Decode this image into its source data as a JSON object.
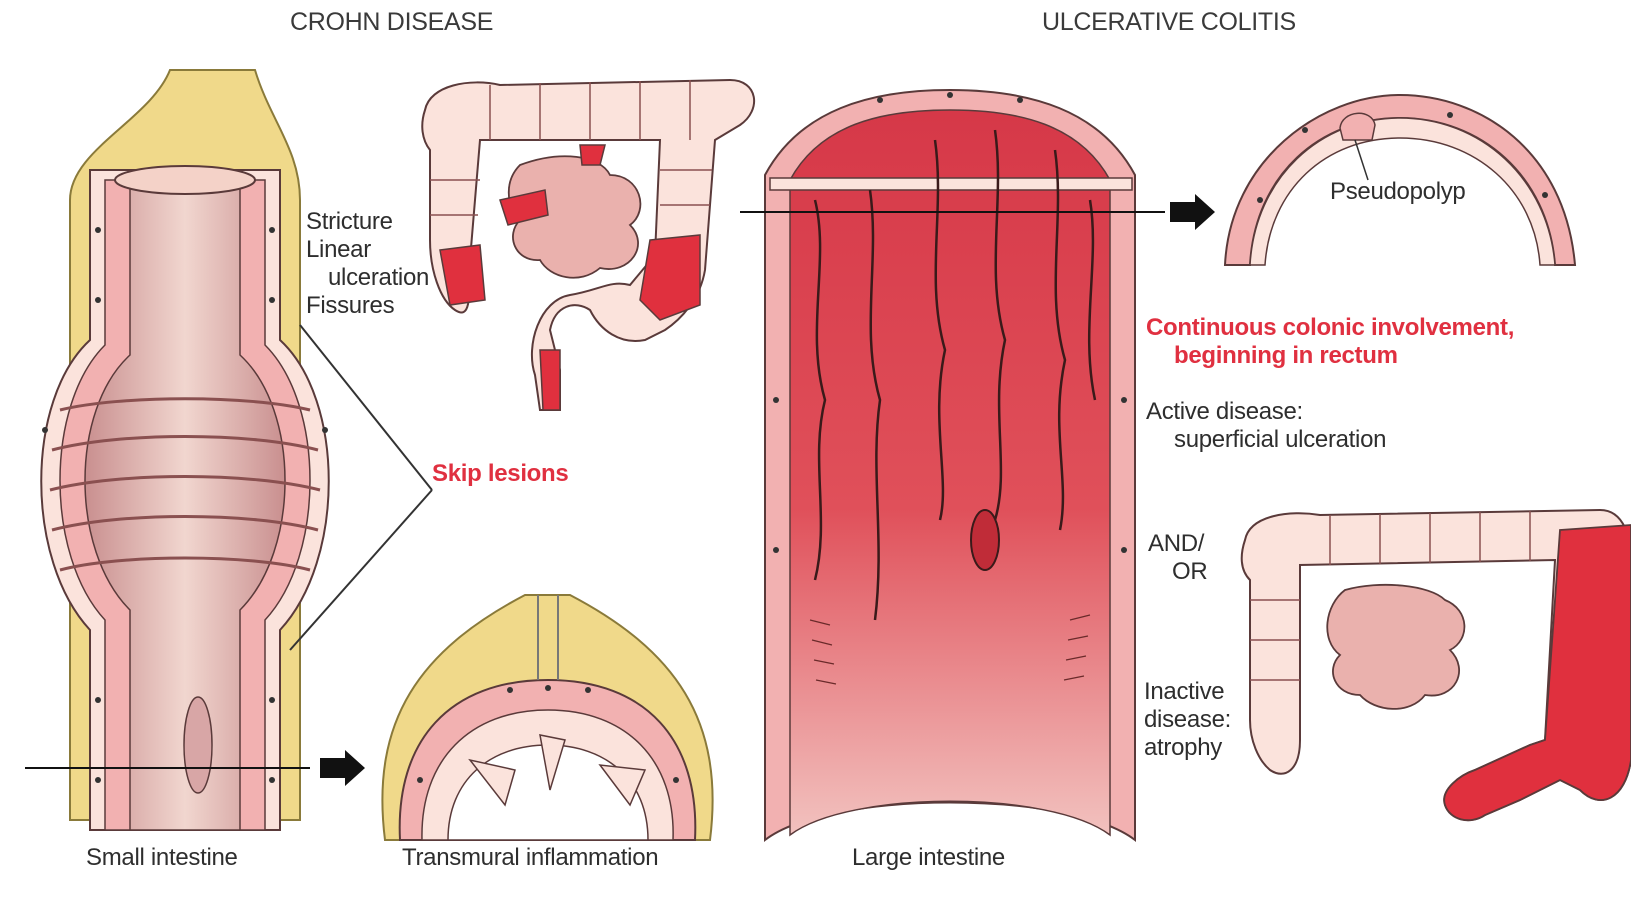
{
  "crohn": {
    "title": "CROHN DISEASE",
    "label_stricture": "Stricture",
    "label_linear": "Linear",
    "label_ulceration": "ulceration",
    "label_fissures": "Fissures",
    "label_skip": "Skip lesions",
    "caption_small": "Small intestine",
    "caption_transmural": "Transmural inflammation"
  },
  "uc": {
    "title": "ULCERATIVE COLITIS",
    "label_pseudopolyp": "Pseudopolyp",
    "continuous_line1": "Continuous colonic involvement,",
    "continuous_line2": "beginning in rectum",
    "active_line1": "Active disease:",
    "active_line2": "superficial ulceration",
    "andor_line1": "AND/",
    "andor_line2": "OR",
    "inactive_line1": "Inactive",
    "inactive_line2": "disease:",
    "inactive_line3": "atrophy",
    "caption_large": "Large intestine"
  },
  "colors": {
    "mucosa": "#e85a64",
    "wall": "#f2b1b1",
    "fat": "#f0d98a",
    "skin": "#fbe3dc",
    "lesion_red": "#e0303e",
    "text_red": "#e03040",
    "text": "#2e2e2e"
  }
}
